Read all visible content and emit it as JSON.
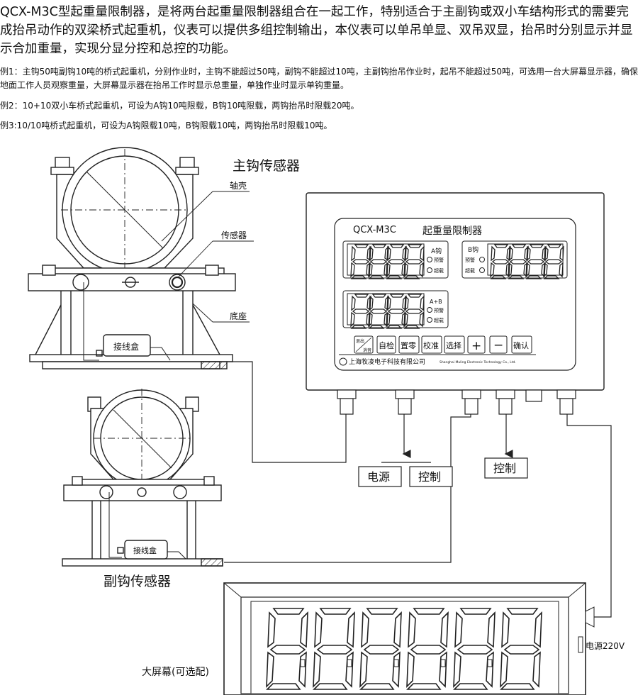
{
  "intro": {
    "main": "QCX-M3C型起重量限制器，是将两台起重量限制器组合在一起工作，特别适合于主副钩或双小车结构形式的需要完成抬吊动作的双梁桥式起重机，仪表可以提供多组控制输出，本仪表可以单吊单显、双吊双显，抬吊时分别显示并显示合加重量，实现分显分控和总控的功能。",
    "ex1": "例1：主钩50吨副钩10吨的桥式起重机，分别作业时，主钩不能超过50吨，副钩不能超过10吨，主副钩抬吊作业时，起吊不能超过50吨，可选用一台大屏幕显示器，确保地面工作人员观察重量，大屏幕显示器在抬吊工作时显示总重量，单独作业时显示单钩重量。",
    "ex2": "例2：10+10双小车桥式起重机，可设为A钩10吨限载，B钩10吨限载，两钩抬吊时限载20吨。",
    "ex3": "例3:10/10吨桥式起重机，可设为A钩限载10吨，B钩限载10吨，两钩抬吊时限载10吨。"
  },
  "diagram": {
    "main_sensor_title": "主钩传感器",
    "aux_sensor_title": "副钩传感器",
    "label_shell": "轴壳",
    "label_sensor": "传感器",
    "label_base": "底座",
    "junction_box": "接线盒",
    "power": "电源",
    "control": "控制",
    "control2": "控制",
    "big_screen": "大屏幕(可选配)",
    "power_220": "电源220V"
  },
  "instrument": {
    "model": "QCX-M3C",
    "name": "起重量限制器",
    "a_hook": "A钩",
    "b_hook": "B钩",
    "ab": "A+B",
    "warn": "预警",
    "over": "超载",
    "btn_exit_top": "退出",
    "btn_exit_bottom": "消音",
    "btn_selfcheck": "自检",
    "btn_zero": "置零",
    "btn_calib": "校准",
    "btn_select": "选择",
    "btn_plus": "+",
    "btn_minus": "−",
    "btn_confirm": "确认",
    "company_cn": "上海牧凌电子科技有限公司",
    "company_en": "Shanghai Muling Electronic Technology Co., Ltd."
  }
}
